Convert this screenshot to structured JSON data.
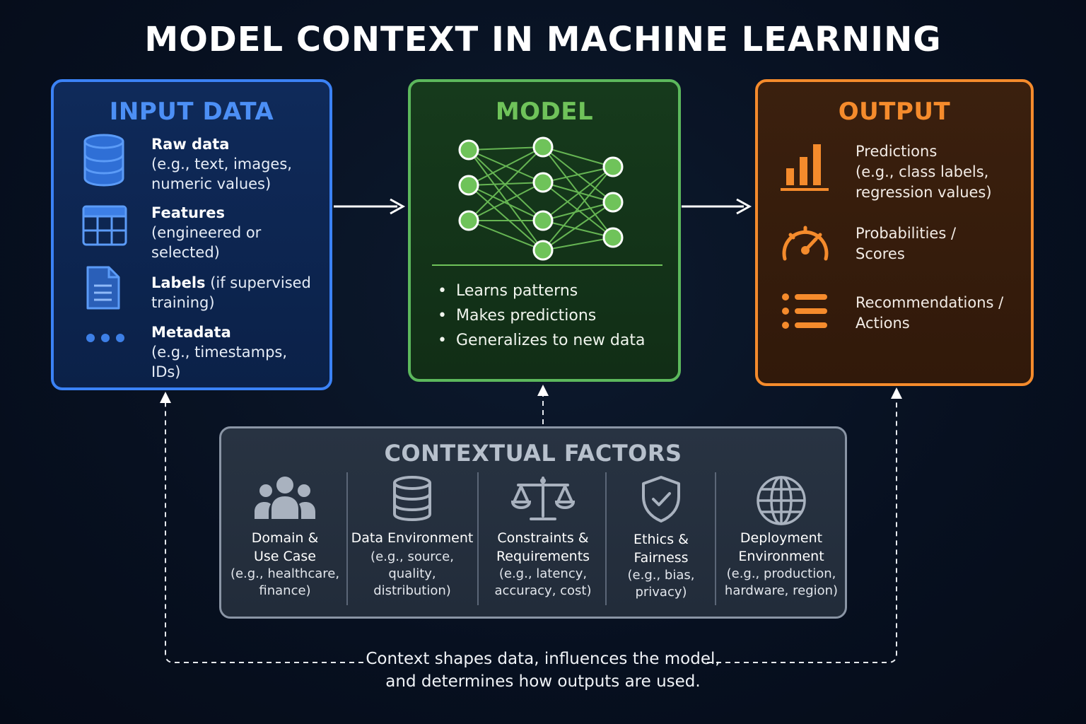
{
  "title": "MODEL CONTEXT IN MACHINE LEARNING",
  "input": {
    "title": "INPUT DATA",
    "items": [
      {
        "bold": "Raw data",
        "rest": "",
        "lines": [
          "(e.g., text, images,",
          "numeric values)"
        ],
        "icon": "database-icon"
      },
      {
        "bold": "Features",
        "rest": "",
        "lines": [
          "(engineered or",
          "selected)"
        ],
        "icon": "table-icon"
      },
      {
        "bold": "Labels",
        "rest": " (if supervised",
        "lines": [
          "training)"
        ],
        "icon": "document-icon"
      },
      {
        "bold": "Metadata",
        "rest": "",
        "lines": [
          "(e.g., timestamps,",
          "IDs)"
        ],
        "icon": "ellipsis-icon"
      }
    ],
    "color": "#3b82f6"
  },
  "model": {
    "title": "MODEL",
    "bullets": [
      "Learns patterns",
      "Makes predictions",
      "Generalizes to new data"
    ],
    "icon": "neural-network-icon",
    "color": "#5cb85c"
  },
  "output": {
    "title": "OUTPUT",
    "items": [
      {
        "lines": [
          "Predictions",
          "(e.g., class labels,",
          "regression values)"
        ],
        "icon": "bar-chart-icon"
      },
      {
        "lines": [
          "Probabilities /",
          "Scores"
        ],
        "icon": "gauge-icon"
      },
      {
        "lines": [
          "Recommendations /",
          "Actions"
        ],
        "icon": "list-icon"
      }
    ],
    "color": "#f58b2c"
  },
  "context": {
    "title": "CONTEXTUAL FACTORS",
    "factors": [
      {
        "name": [
          "Domain &",
          "Use Case"
        ],
        "desc": [
          "(e.g., healthcare,",
          "finance)"
        ],
        "icon": "people-icon"
      },
      {
        "name": [
          "Data Environment"
        ],
        "desc": [
          "(e.g., source,",
          "quality, distribution)"
        ],
        "icon": "database-icon"
      },
      {
        "name": [
          "Constraints &",
          "Requirements"
        ],
        "desc": [
          "(e.g., latency,",
          "accuracy, cost)"
        ],
        "icon": "scales-icon"
      },
      {
        "name": [
          "Ethics &",
          "Fairness"
        ],
        "desc": [
          "(e.g., bias,",
          "privacy)"
        ],
        "icon": "shield-check-icon"
      },
      {
        "name": [
          "Deployment",
          "Environment"
        ],
        "desc": [
          "(e.g., production,",
          "hardware, region)"
        ],
        "icon": "globe-icon"
      }
    ]
  },
  "caption": [
    "Context shapes data, influences the model,",
    "and determines how outputs are used."
  ]
}
